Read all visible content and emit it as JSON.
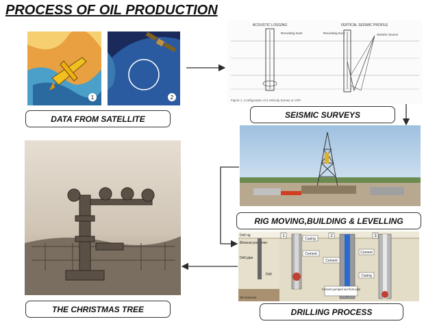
{
  "title": "PROCESS OF OIL PRODUCTION",
  "steps": {
    "satellite": "DATA FROM SATELLITE",
    "seismic": "SEISMIC SURVEYS",
    "rig": "RIG MOVING,BUILDING & LEVELLING",
    "drilling": "DRILLING PROCESS",
    "tree": "THE CHRISTMAS TREE"
  },
  "seismic_figure": {
    "left_header": "ACOUSTIC LOGGING",
    "right_header": "VERTICAL SEISMIC PROFILE",
    "recording_truck": "Recording truck",
    "seismic_source": "Seismic Source",
    "caption": "Figure 1. Configuration of a Velocity Survey or VSP."
  },
  "satellite_panels": {
    "panel1": "1",
    "panel2": "2"
  },
  "drilling_figure": {
    "step1": "1",
    "step2": "2",
    "step3": "3",
    "drill_rig": "Drill rig",
    "blowout_preventer": "Blowout preventer",
    "drill_pipe": "Drill pipe",
    "drill": "Drill",
    "casing": "Casing",
    "cement": "Cement",
    "cement_pumped": "Cement pumped out from pipe",
    "oil_reservoir": "Oil reservoir"
  },
  "colors": {
    "arrow": "#2b2b2b",
    "sat_orange": "#f0a030",
    "sat_blue": "#2a4a8a",
    "sky": "#a8c8e8",
    "sepia": "#8a7d6e"
  }
}
